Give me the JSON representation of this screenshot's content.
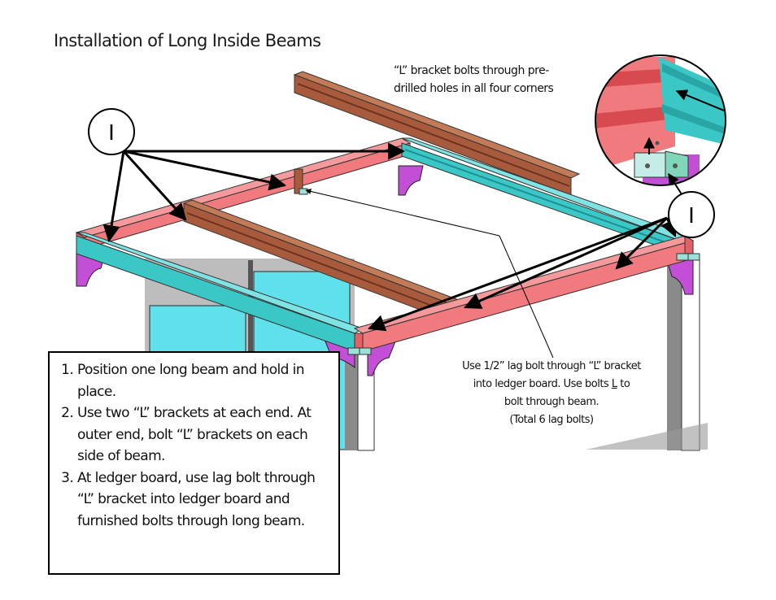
{
  "title": "Installation of Long Inside Beams",
  "callout_top": {
    "line1": "“L” bracket bolts through pre-",
    "line2": "drilled holes in all four corners"
  },
  "callout_mid": {
    "line1": "Use 1/2” lag bolt through “L” bracket",
    "line2a": "into ledger board. Use bolts ",
    "line2u": "L",
    "line2b": " to",
    "line3": "bolt through beam.",
    "line4": "(Total 6 lag bolts)"
  },
  "markers": {
    "left": "I",
    "right": "I"
  },
  "steps": [
    "Position one long beam and hold in place.",
    "Use two “L” brackets at each end. At outer end, bolt “L” brackets on each side of beam.",
    "At ledger board, use lag bolt through “L” bracket into ledger board and furnished bolts through long beam."
  ],
  "colors": {
    "beam_pink": "#f07a7d",
    "beam_cyan": "#3cc7c7",
    "beam_brown": "#a85b3c",
    "bracket_magenta": "#c24fd6",
    "glass": "#5fe0ea",
    "post_gray": "#7f7f7f"
  }
}
